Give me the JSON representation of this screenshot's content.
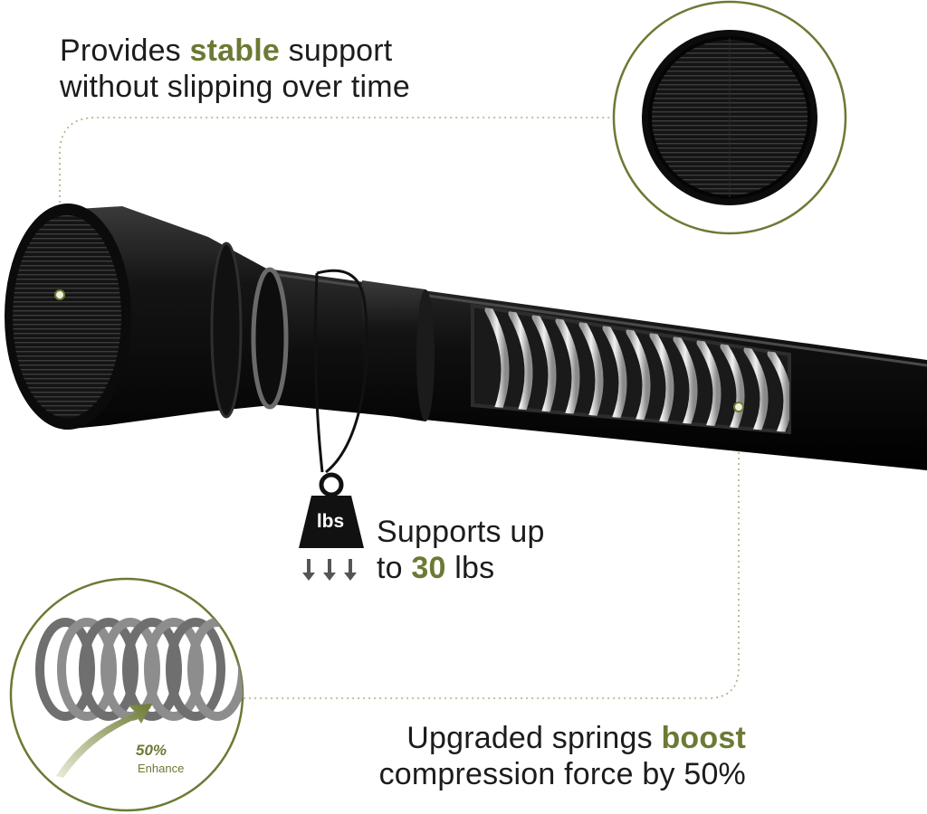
{
  "colors": {
    "accent": "#6b7a34",
    "rod": "#141414",
    "text": "#1c1c1c",
    "dots": "#a9b07c"
  },
  "features": {
    "grip": {
      "text_before": "Provides ",
      "highlight": "stable",
      "text_after": " support",
      "line2": "without slipping over time"
    },
    "load": {
      "weight_label": "lbs",
      "line1": "Supports up",
      "line2_before": "to ",
      "highlight": "30",
      "line2_after": " lbs"
    },
    "springs": {
      "text_before": "Upgraded springs ",
      "highlight": "boost",
      "line2": "compression force by 50%",
      "badge_value": "50%",
      "badge_label": "Enhance"
    }
  },
  "icons": [
    "grip-cap-zoom-icon",
    "weight-icon",
    "down-arrows-icon",
    "spring-coil-icon",
    "curved-arrow-icon"
  ]
}
